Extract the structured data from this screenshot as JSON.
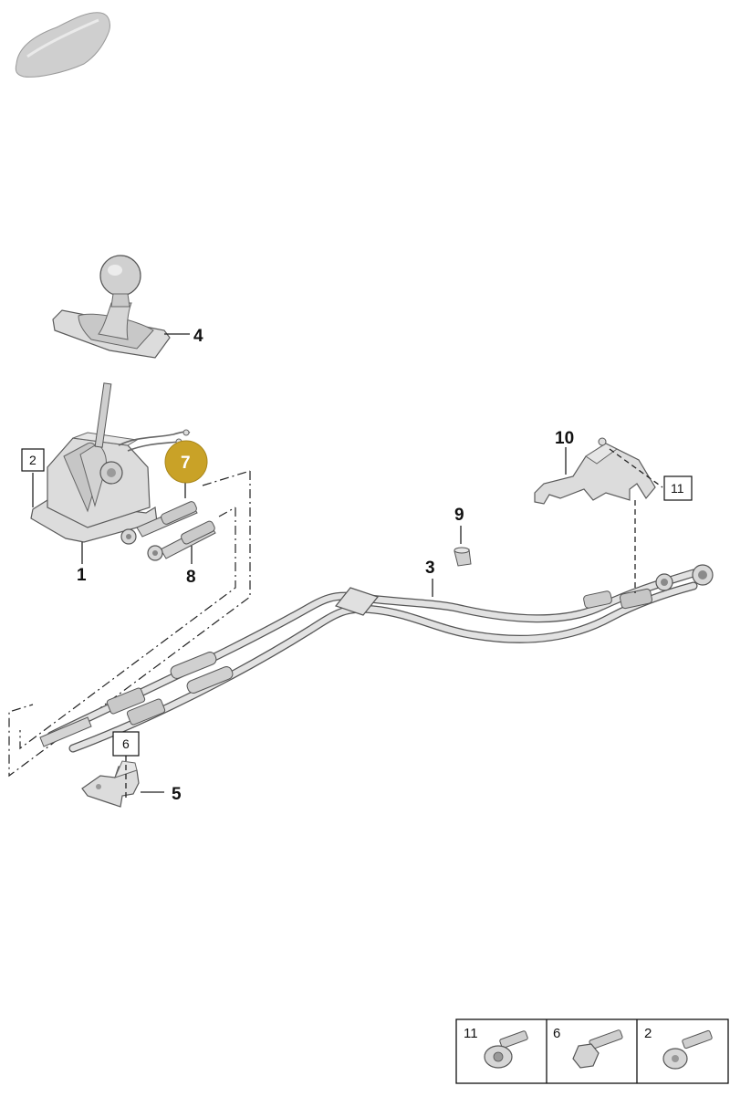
{
  "callouts": {
    "p1": "1",
    "p2": "2",
    "p3": "3",
    "p4": "4",
    "p5": "5",
    "p6": "6",
    "p7": "7",
    "p8": "8",
    "p9": "9",
    "p10": "10",
    "p11": "11"
  },
  "highlight": {
    "number": "7",
    "color": "#c9a227"
  },
  "legend": {
    "items": [
      {
        "number": "11",
        "icon": "flange-bolt-icon"
      },
      {
        "number": "6",
        "icon": "hex-bolt-icon"
      },
      {
        "number": "2",
        "icon": "torx-bolt-icon"
      }
    ]
  },
  "vehicle_icon": "car-silhouette-icon"
}
